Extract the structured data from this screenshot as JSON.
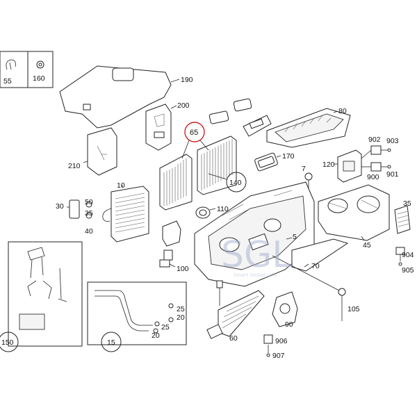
{
  "callouts": {
    "c55": "55",
    "c160": "160",
    "c190": "190",
    "c200": "200",
    "c80": "80",
    "c65": "65",
    "c210": "210",
    "c170": "170",
    "c902": "902",
    "c903": "903",
    "c120": "120",
    "c900": "900",
    "c901": "901",
    "c7": "7",
    "c10": "10",
    "c140": "140",
    "c30": "30",
    "c50": "50",
    "c35": "35",
    "c40": "40",
    "c110": "110",
    "c5": "5",
    "c45": "45",
    "c904": "904",
    "c905": "905",
    "c100": "100",
    "c70": "70",
    "c150": "150",
    "c25a": "25",
    "c25b": "25",
    "c20a": "20",
    "c20b": "20",
    "c105": "105",
    "c15": "15",
    "c60": "60",
    "c90": "90",
    "c906": "906",
    "c907": "907"
  },
  "watermark": {
    "text": "SGL",
    "sub": "Smart Global Link"
  },
  "colors": {
    "ink": "#222222",
    "callout_circle": "#cc2222",
    "watermark": "#9aa8c8"
  }
}
